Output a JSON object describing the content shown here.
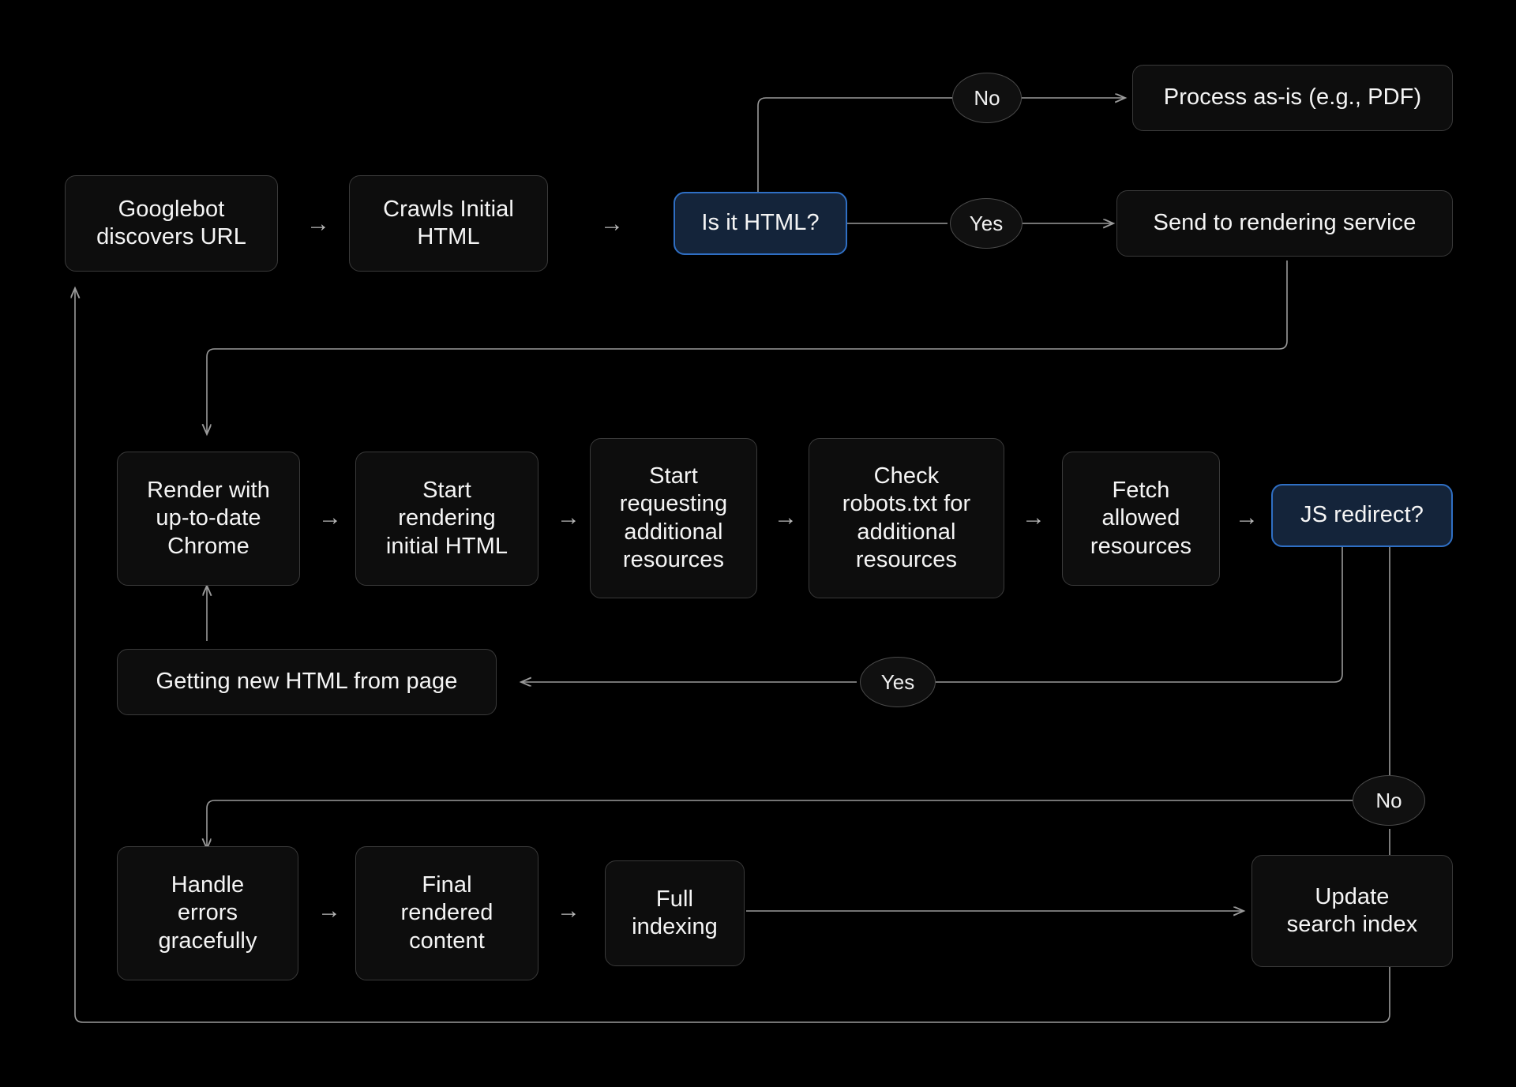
{
  "diagram": {
    "title": "Googlebot crawling and rendering flowchart",
    "background_color": "#000000",
    "node_fill": "#0d0d0d",
    "node_border": "#3a3a3a",
    "highlight_fill": "#14243a",
    "highlight_border": "#2f6fc4",
    "edge_color": "#9a9a9a",
    "text_color": "#f5f5f5"
  },
  "nodes": {
    "googlebot_discovers_url": "Googlebot\ndiscovers URL",
    "crawls_initial_html": "Crawls Initial\nHTML",
    "is_it_html": "Is it HTML?",
    "process_as_is": "Process as-is (e.g., PDF)",
    "send_to_rendering_service": "Send to rendering service",
    "render_with_chrome": "Render with\nup-to-date\nChrome",
    "start_rendering_initial_html": "Start\nrendering\ninitial HTML",
    "start_requesting_additional_resources": "Start\nrequesting\nadditional\nresources",
    "check_robots_txt": "Check\nrobots.txt for\nadditional\nresources",
    "fetch_allowed_resources": "Fetch\nallowed\nresources",
    "js_redirect": "JS redirect?",
    "getting_new_html": "Getting new HTML from page",
    "handle_errors_gracefully": "Handle\nerrors\ngracefully",
    "final_rendered_content": "Final\nrendered\ncontent",
    "full_indexing": "Full\nindexing",
    "update_search_index": "Update\nsearch index"
  },
  "edge_labels": {
    "html_no": "No",
    "html_yes": "Yes",
    "redirect_yes": "Yes",
    "redirect_no": "No"
  },
  "arrow_glyphs": {
    "right": "→"
  }
}
